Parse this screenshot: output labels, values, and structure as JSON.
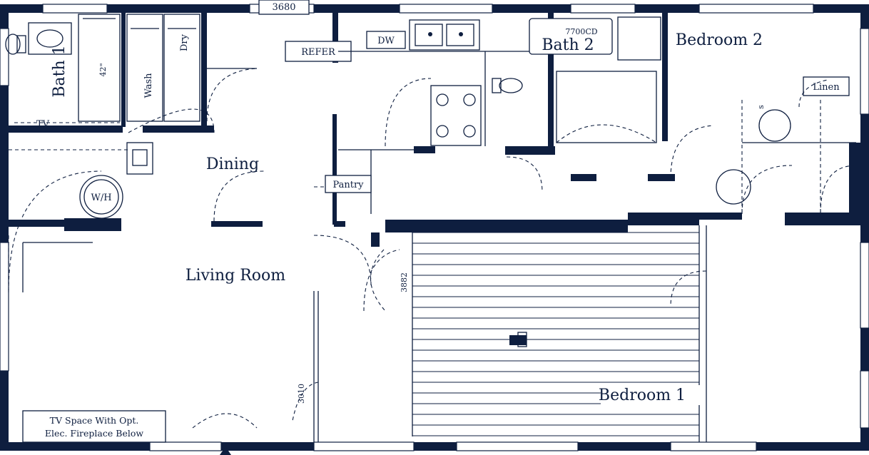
{
  "rooms": {
    "bath1": "Bath 1",
    "bath2": "Bath 2",
    "bedroom1": "Bedroom 1",
    "bedroom2": "Bedroom 2",
    "dining": "Dining",
    "living": "Living Room"
  },
  "fixtures": {
    "dw": "DW",
    "refer": "REFER",
    "pantry": "Pantry",
    "wh": "W/H",
    "linen": "Linen",
    "tv": "TV",
    "wash": "Wash",
    "dry": "Dry"
  },
  "dimensions": {
    "top_window": "3680",
    "tub": "7700CD",
    "bath1_closet": "42\"",
    "bedroom_closet": "3882",
    "living_closet": "3010"
  },
  "notes": {
    "tv_space_line1": "TV Space With Opt.",
    "tv_space_line2": "Elec. Fireplace Below"
  },
  "colors": {
    "wall": "#0e1e3f",
    "background": "#ffffff"
  }
}
